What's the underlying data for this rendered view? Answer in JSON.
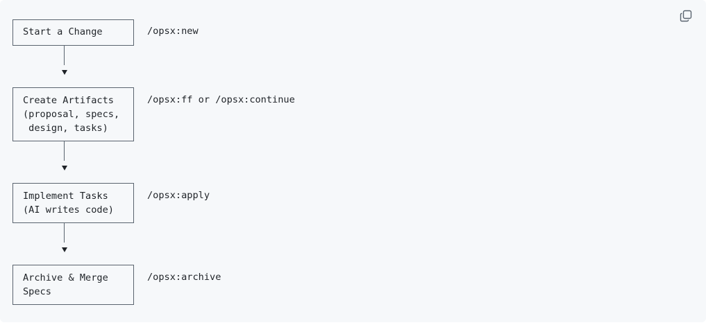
{
  "copy_button": {
    "icon": "copy-icon"
  },
  "steps": [
    {
      "lines": [
        "Start a Change"
      ],
      "command": "/opsx:new"
    },
    {
      "lines": [
        "Create Artifacts",
        "(proposal, specs,",
        " design, tasks)"
      ],
      "command": "/opsx:ff or /opsx:continue"
    },
    {
      "lines": [
        "Implement Tasks",
        "(AI writes code)"
      ],
      "command": "/opsx:apply"
    },
    {
      "lines": [
        "Archive & Merge",
        "Specs"
      ],
      "command": "/opsx:archive"
    }
  ]
}
